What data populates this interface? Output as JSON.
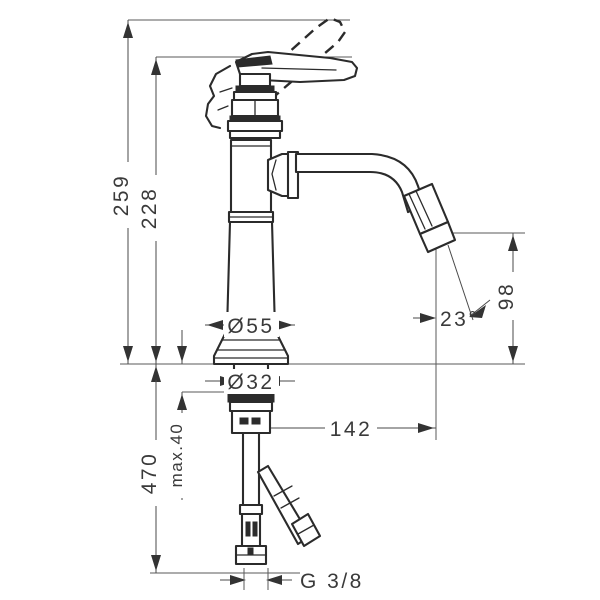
{
  "drawing": {
    "type": "technical-dimension-drawing",
    "subject": "single-lever basin mixer faucet, side elevation",
    "background_color": "#ffffff",
    "line_color": "#2b2b2b",
    "dimension_line_color": "#4a4a4a",
    "text_color": "#3a3a3a"
  },
  "dimensions": {
    "total_height": {
      "value": "259",
      "orientation": "vertical",
      "position": "far-left",
      "description": "overall height from mounting surface to top of raised lever"
    },
    "body_height": {
      "value": "228",
      "orientation": "vertical",
      "position": "left",
      "description": "height from mounting surface to top of lever in closed position"
    },
    "tail_length": {
      "value": "470",
      "orientation": "vertical",
      "position": "left-lower",
      "description": "overall length of threaded tail and flexible hose below surface"
    },
    "max_thickness": {
      "value": "max.40",
      "orientation": "vertical",
      "position": "left-lower-inner",
      "description": "maximum mounting deck thickness"
    },
    "base_diameter": {
      "value": "Ø55",
      "orientation": "horizontal",
      "description": "outer diameter of the decorative base collar"
    },
    "shank_diameter": {
      "value": "Ø32",
      "orientation": "horizontal",
      "description": "diameter of the mounting shank below the base"
    },
    "spout_reach": {
      "value": "142",
      "orientation": "horizontal",
      "description": "horizontal projection of the spout from the faucet axis"
    },
    "spout_height": {
      "value": "98",
      "orientation": "vertical",
      "position": "right",
      "description": "height of the spout outlet above the mounting surface"
    },
    "outlet_angle": {
      "value": "23",
      "unit": "°",
      "display": "23°",
      "description": "angle of the aerator outlet face"
    },
    "thread_size": {
      "value": "G 3/8",
      "description": "connection thread size at the end of the supply tails"
    }
  },
  "annotations": [
    {
      "id": "dim-259",
      "text": "259"
    },
    {
      "id": "dim-228",
      "text": "228"
    },
    {
      "id": "dim-470",
      "text": "470"
    },
    {
      "id": "dim-max40",
      "text": "max.40"
    },
    {
      "id": "dim-d55",
      "text": "Ø55"
    },
    {
      "id": "dim-d32",
      "text": "Ø32"
    },
    {
      "id": "dim-142",
      "text": "142"
    },
    {
      "id": "dim-98",
      "text": "98"
    },
    {
      "id": "dim-23deg",
      "text": "23°"
    },
    {
      "id": "thread-g38",
      "text": "G 3/8"
    }
  ],
  "features": {
    "lever_handle_closed": "lever handle shown solid in horizontal closed position",
    "lever_handle_open": "lever handle shown dashed in raised open position",
    "spout": "curved gooseneck spout with banded aerator outlet",
    "body": "cylindrical column body with decorative rings",
    "base": "flared base collar on mounting surface",
    "below_deck": "mounting nut, shank, and flexible supply hose with connector"
  }
}
